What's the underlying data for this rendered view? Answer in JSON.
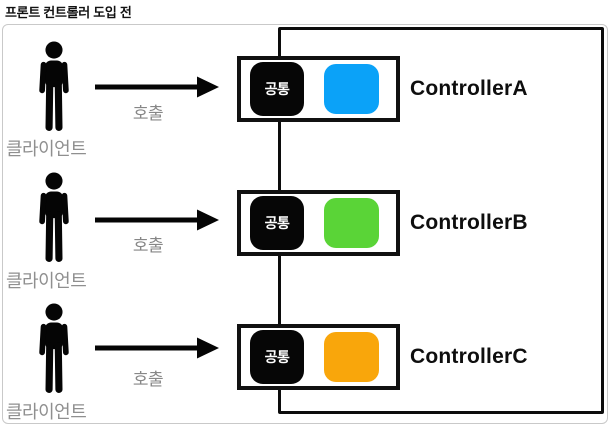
{
  "title": "프론트 컨트롤러 도입 전",
  "colors": {
    "controller_a": "#0BA2F8",
    "controller_b": "#5AD437",
    "controller_c": "#F9A60B",
    "label_gray": "#8f8f8f",
    "badge_black": "#060606"
  },
  "rows": [
    {
      "client": "클라이언트",
      "call": "호출",
      "common": "공통",
      "controller": "ControllerA",
      "color": "#0BA2F8"
    },
    {
      "client": "클라이언트",
      "call": "호출",
      "common": "공통",
      "controller": "ControllerB",
      "color": "#5AD437"
    },
    {
      "client": "클라이언트",
      "call": "호출",
      "common": "공통",
      "controller": "ControllerC",
      "color": "#F9A60B"
    }
  ]
}
